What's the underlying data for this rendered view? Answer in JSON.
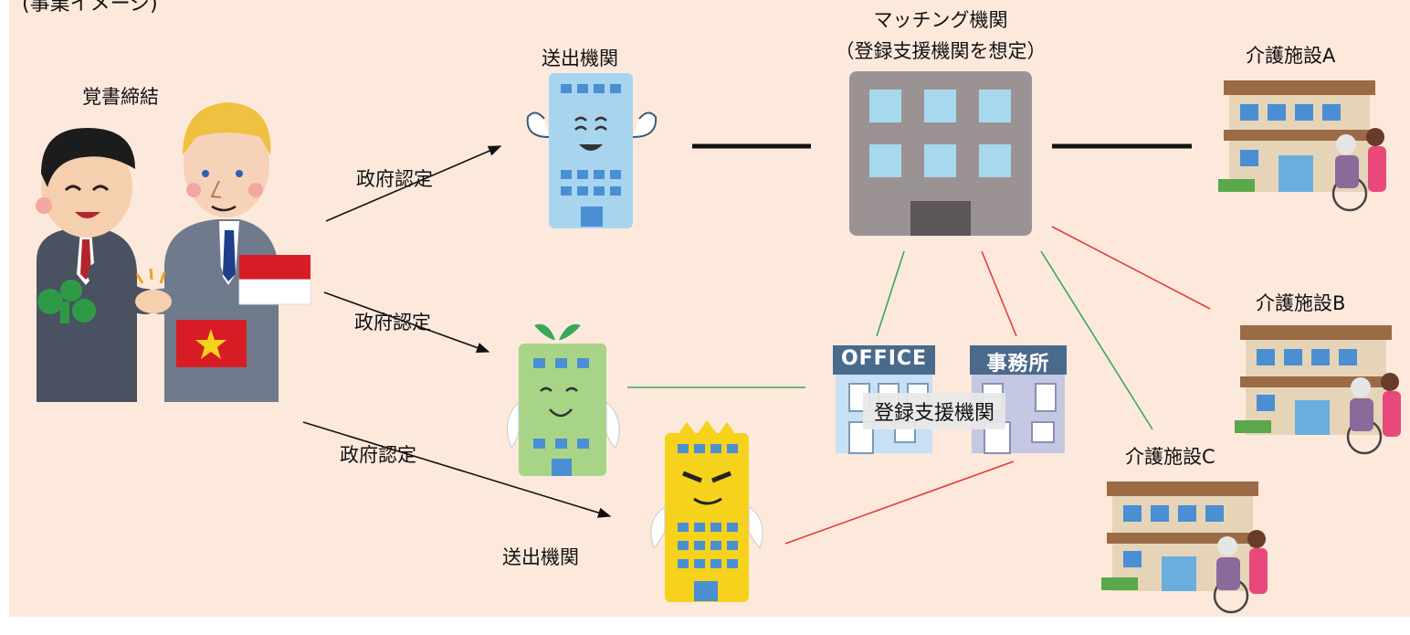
{
  "header_fragment": "(事業イメージ)",
  "labels": {
    "agreement": "覚書締結",
    "gov_cert_1": "政府認定",
    "gov_cert_2": "政府認定",
    "gov_cert_3": "政府認定",
    "sending_org_top": "送出機関",
    "sending_org_bottom": "送出機関",
    "matching_org_line1": "マッチング機関",
    "matching_org_line2": "（登録支援機関を想定）",
    "support_org": "登録支援機関",
    "facility_a": "介護施設A",
    "facility_b": "介護施設B",
    "facility_c": "介護施設C"
  },
  "building_signs": {
    "office": "OFFICE",
    "jimusho": "事務所"
  },
  "colors": {
    "background": "#fde9dc",
    "green_line": "#3aa85a",
    "red_line": "#e23b3b",
    "black_line": "#111111"
  },
  "icons": [
    "handshake-people-icon",
    "building-character-icon",
    "office-building-icon",
    "care-facility-icon",
    "vietnam-flag-icon",
    "indonesia-flag-icon"
  ]
}
